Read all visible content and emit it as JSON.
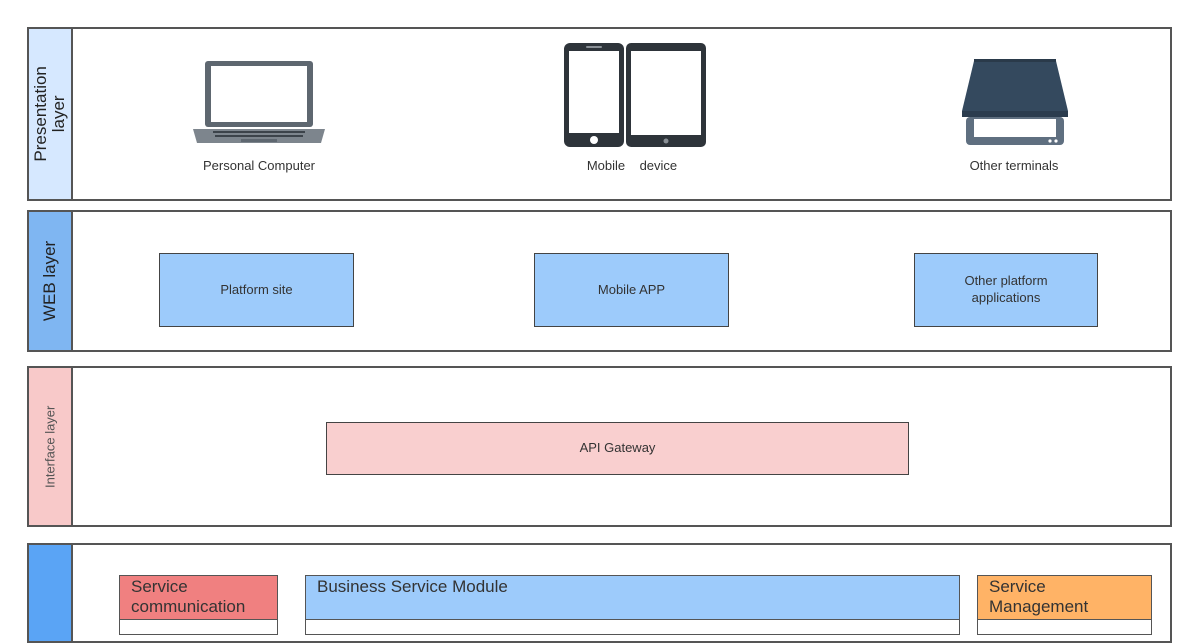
{
  "layers": {
    "presentation": {
      "label": "Presentation\nlayer",
      "devices": [
        {
          "caption": "Personal Computer",
          "icon": "laptop-icon"
        },
        {
          "caption": "Mobile    device",
          "icon": "mobile-tablet-icon"
        },
        {
          "caption": "Other terminals",
          "icon": "scanner-icon"
        }
      ]
    },
    "web": {
      "label": "WEB layer",
      "boxes": [
        "Platform site",
        "Mobile APP",
        "Other platform applications"
      ]
    },
    "interface": {
      "label": "Interface layer",
      "gateway": "API Gateway"
    },
    "service": {
      "label": "",
      "modules": [
        {
          "title": "Service communication",
          "color": "#f08080"
        },
        {
          "title": "Business Service Module",
          "color": "#9dcbfb"
        },
        {
          "title": "Service Management",
          "color": "#ffb366"
        }
      ]
    }
  },
  "colors": {
    "presentation_label_bg": "#d6e8ff",
    "web_label_bg": "#7fb6f2",
    "interface_label_bg": "#f8c9c9",
    "service_label_bg": "#5aa4f5",
    "web_box_fill": "#9dcbfb",
    "gateway_fill": "#f9cfcf"
  }
}
